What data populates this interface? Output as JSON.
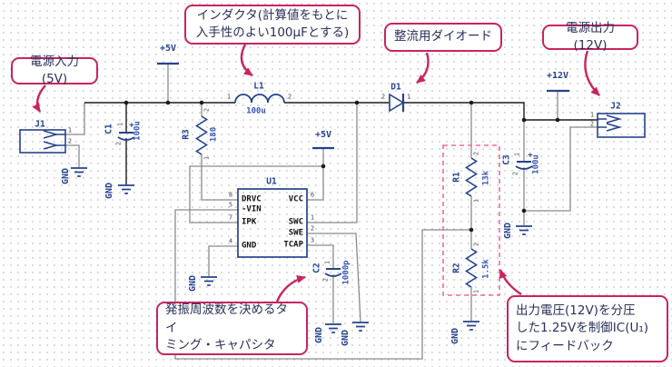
{
  "colors": {
    "component_navy": "#26428b",
    "value_blue": "#3a55b4",
    "wire_gray": "#8a8a8a",
    "wire_black": "#1b1b1b",
    "callout_pink": "#c9245f",
    "dashed_box_pink": "#ef6a97",
    "callout_text": "#2a3158"
  },
  "nets": {
    "p5v": "+5V",
    "p12v": "+12V",
    "gnd": "GND"
  },
  "callouts": {
    "power_input": {
      "text": "電源入力(5V)"
    },
    "inductor": {
      "line1": "インダクタ(計算値をもとに",
      "line2": "入手性のよい100μFとする)"
    },
    "rectifier": {
      "text": "整流用ダイオード"
    },
    "power_output": {
      "text": "電源出力(12V)"
    },
    "timing_cap": {
      "line1": "発振周波数を決めるタイ",
      "line2": "ミング・キャパシタ"
    },
    "feedback": {
      "line1": "出力電圧(12V)を分圧",
      "line2": "した1.25Vを制御IC(U₁)",
      "line3": "にフィードバック"
    }
  },
  "components": {
    "j1": {
      "ref": "J1",
      "pin1": "1",
      "pin2": "2"
    },
    "j2": {
      "ref": "J2",
      "pin1": "1",
      "pin2": "2"
    },
    "c1": {
      "ref": "C1",
      "value": "100u",
      "polarity": "+",
      "pin1": "1",
      "pin2": "2"
    },
    "c2": {
      "ref": "C2",
      "value": "1000p",
      "pin1": "1",
      "pin2": "2"
    },
    "c3": {
      "ref": "C3",
      "value": "100u",
      "polarity": "+",
      "pin1": "1",
      "pin2": "2"
    },
    "r1": {
      "ref": "R1",
      "value": "13k",
      "pin1": "1",
      "pin2": "2"
    },
    "r2": {
      "ref": "R2",
      "value": "1.5k",
      "pin1": "1",
      "pin2": "2"
    },
    "r3": {
      "ref": "R3",
      "value": "180",
      "pin1": "1",
      "pin2": "2"
    },
    "l1": {
      "ref": "L1",
      "value": "100u",
      "pin1": "1",
      "pin2": "2"
    },
    "d1": {
      "ref": "D1",
      "pin1": "1",
      "pin2": "2"
    },
    "u1": {
      "ref": "U1",
      "left_pins": [
        {
          "num": "8",
          "name": "DRVC"
        },
        {
          "num": "5",
          "name": "-VIN"
        },
        {
          "num": "7",
          "name": "IPK"
        },
        {
          "num": "4",
          "name": "GND"
        }
      ],
      "right_pins": [
        {
          "num": "6",
          "name": "VCC"
        },
        {
          "num": "1",
          "name": "SWC"
        },
        {
          "num": "2",
          "name": "SWE"
        },
        {
          "num": "3",
          "name": "TCAP"
        }
      ]
    }
  }
}
